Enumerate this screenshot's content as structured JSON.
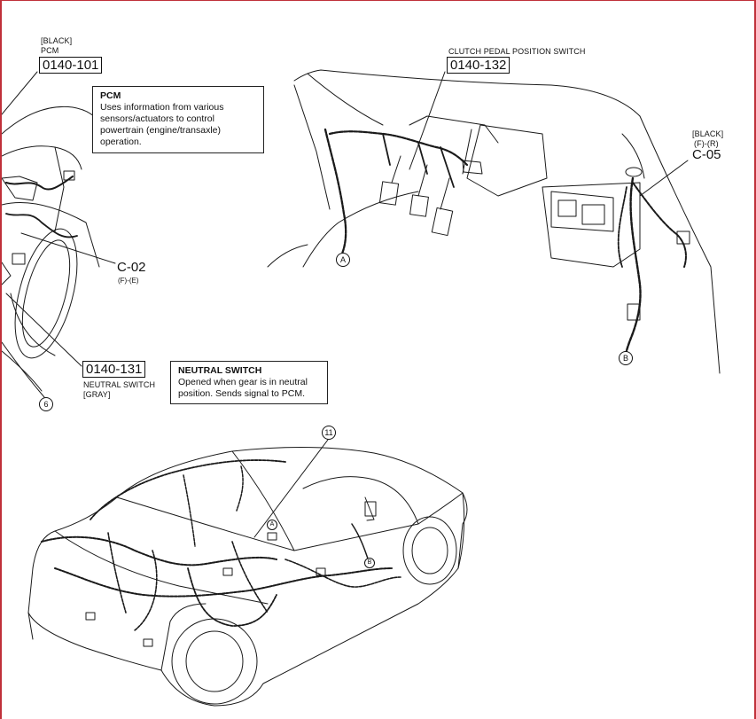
{
  "pcm": {
    "color_tag": "[BLACK]",
    "name": "PCM",
    "code": "0140-101",
    "note_title": "PCM",
    "note_body": "Uses information from various\nsensors/actuators to control\npowertrain (engine/transaxle)\noperation."
  },
  "clutch": {
    "name": "CLUTCH PEDAL POSITION SWITCH",
    "code": "0140-132"
  },
  "c05": {
    "color_tag": "[BLACK]",
    "pins": "(F)-(R)",
    "label": "C-05"
  },
  "c02": {
    "label": "C-02",
    "pins": "(F)-(E)"
  },
  "neutral": {
    "code": "0140-131",
    "name": "NEUTRAL SWITCH",
    "color_tag": "[GRAY]",
    "note_title": "NEUTRAL SWITCH",
    "note_body": "Opened when gear is in neutral\nposition. Sends signal to PCM."
  },
  "callouts": {
    "six": "6",
    "eleven": "11",
    "a_top": "A",
    "b_top": "B",
    "a_car": "A",
    "b_car": "B"
  },
  "colors": {
    "line": "#1a1a1a",
    "frame_edge": "#c0303a"
  }
}
